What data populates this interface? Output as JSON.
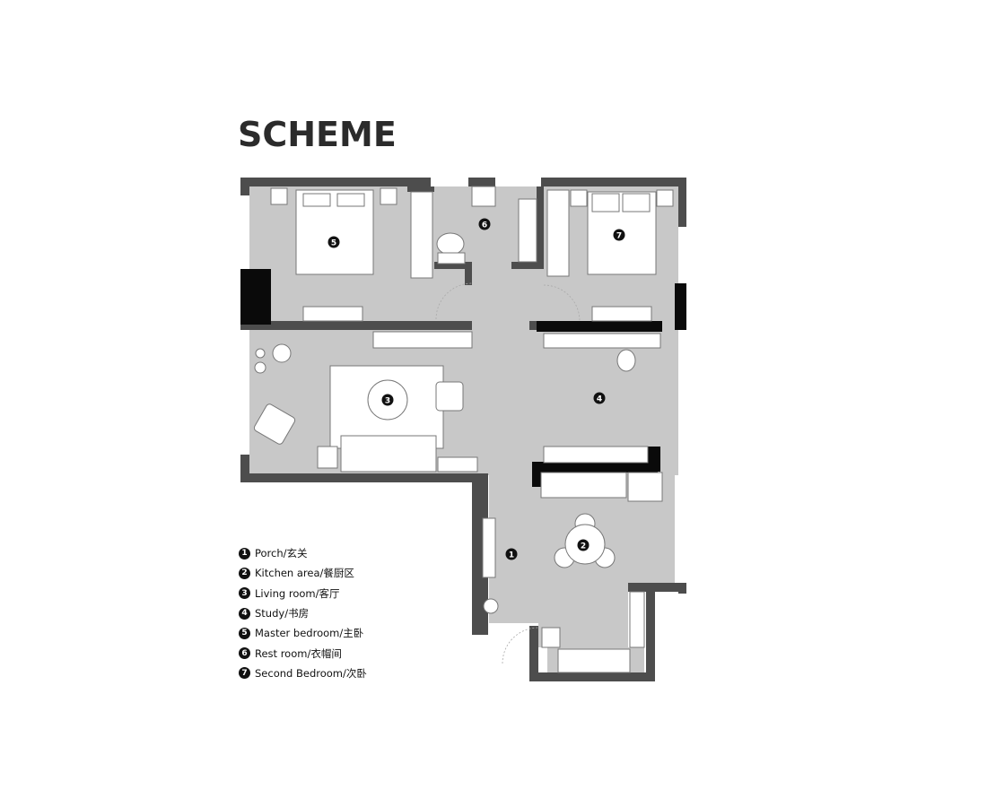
{
  "title": "SCHEME",
  "colors": {
    "floor": "#c8c8c8",
    "wall": "#4d4d4d",
    "wall_dark": "#0a0a0a",
    "furniture": "#ffffff",
    "line": "#777777"
  },
  "rooms": [
    {
      "number": "1",
      "label": "Porch/玄关"
    },
    {
      "number": "2",
      "label": "Kitchen area/餐厨区"
    },
    {
      "number": "3",
      "label": "Living room/客厅"
    },
    {
      "number": "4",
      "label": "Study/书房"
    },
    {
      "number": "5",
      "label": "Master bedroom/主卧"
    },
    {
      "number": "6",
      "label": "Rest room/衣帽间"
    },
    {
      "number": "7",
      "label": "Second Bedroom/次卧"
    }
  ]
}
